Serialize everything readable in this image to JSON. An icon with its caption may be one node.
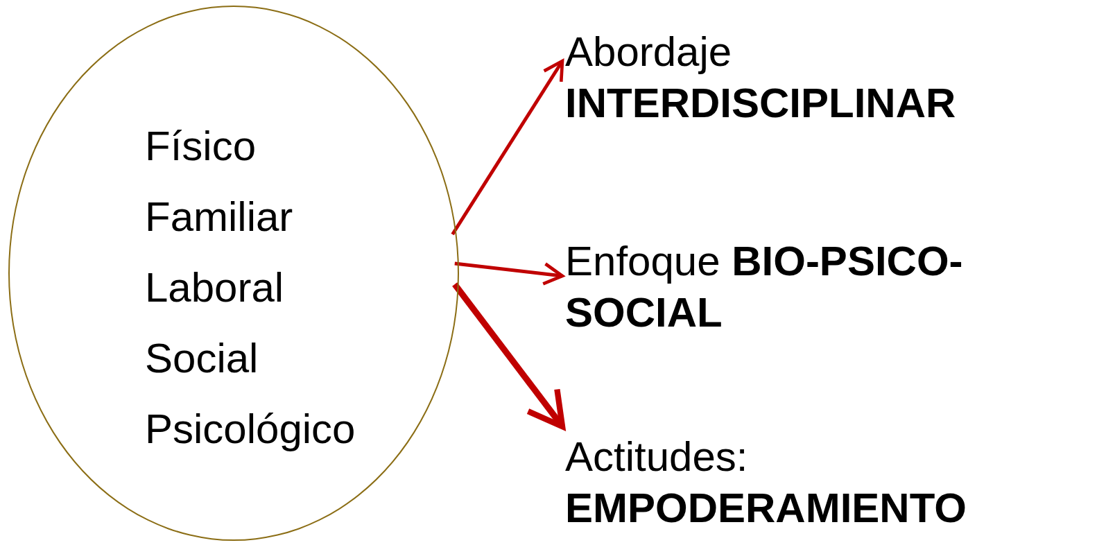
{
  "diagram": {
    "nodes": [
      {
        "text": [
          "Físico",
          "Familiar",
          "Laboral",
          "Social",
          "Psicológico"
        ]
      },
      {
        "text": [
          "Abordaje **INTERDISCIPLINAR**"
        ]
      },
      {
        "text": [
          "Enfoque **BIO-PSICO-SOCIAL**"
        ]
      },
      {
        "text": [
          "Actitudes: **EMPODERAMIENTO**"
        ]
      }
    ],
    "edges": [
      {
        "from": 0,
        "to": 1,
        "arrow": "to"
      },
      {
        "from": 0,
        "to": 2,
        "arrow": "to"
      },
      {
        "from": 0,
        "to": 3,
        "arrow": "to",
        "style": "thick"
      }
    ]
  }
}
